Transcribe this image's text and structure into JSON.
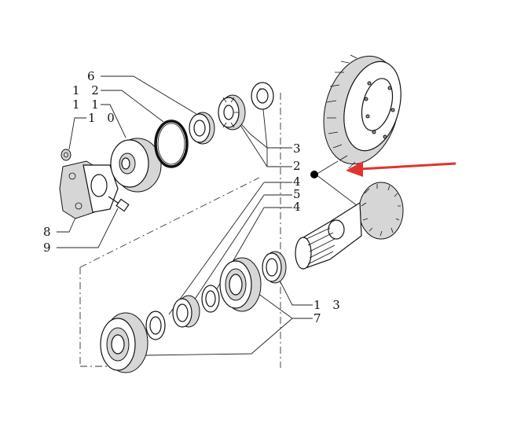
{
  "callouts": {
    "c6": "6",
    "c12": "1 2",
    "c11": "1 1",
    "c10": "1 0",
    "c8": "8",
    "c9": "9",
    "c3": "3",
    "c2": "2",
    "c4a": "4",
    "c5": "5",
    "c4b": "4",
    "c13": "1 3",
    "c7": "7"
  },
  "colors": {
    "line": "#111111",
    "arrow": "#e0342f",
    "marker": "#000000"
  }
}
